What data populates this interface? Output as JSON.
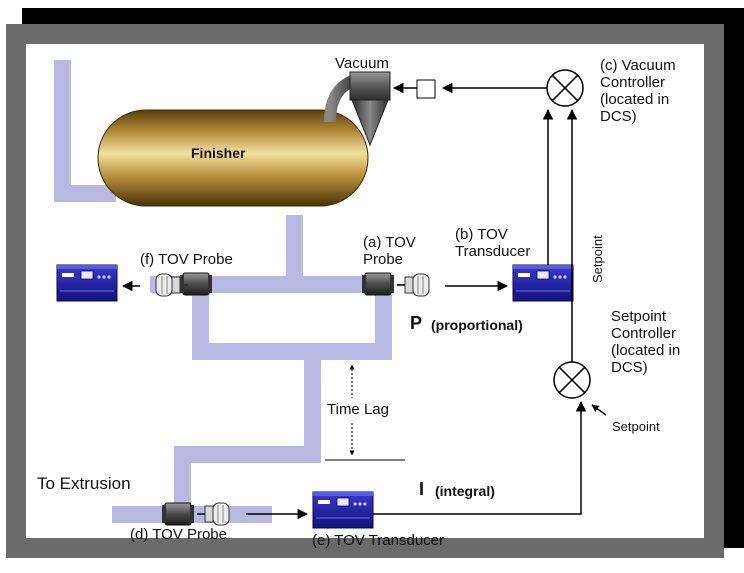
{
  "labels": {
    "finisher": "Finisher",
    "vacuum": "Vacuum",
    "vacuum_controller": "(c) Vacuum\nController\n(located in\nDCS)",
    "tov_probe_f": "(f) TOV Probe",
    "tov_probe_a": "(a) TOV\nProbe",
    "tov_transducer_b": "(b) TOV\nTransducer",
    "p_letter": "P",
    "p_word": "(proportional)",
    "setpoint_vertical": "Setpoint",
    "setpoint_controller": "Setpoint\nController\n(located in\nDCS)",
    "setpoint_input": "Setpoint",
    "time_lag": "Time Lag",
    "to_extrusion": "To Extrusion",
    "i_letter": "I",
    "i_word": "(integral)",
    "tov_probe_d": "(d) TOV Probe",
    "tov_transducer_e": "(e) TOV Transducer"
  },
  "colors": {
    "pipe": "#b8b8e2",
    "frame": "#6b6b6b",
    "shadow": "#000000",
    "transducer": "#2a2aa8",
    "finisher_gold": "#c8a44a"
  }
}
